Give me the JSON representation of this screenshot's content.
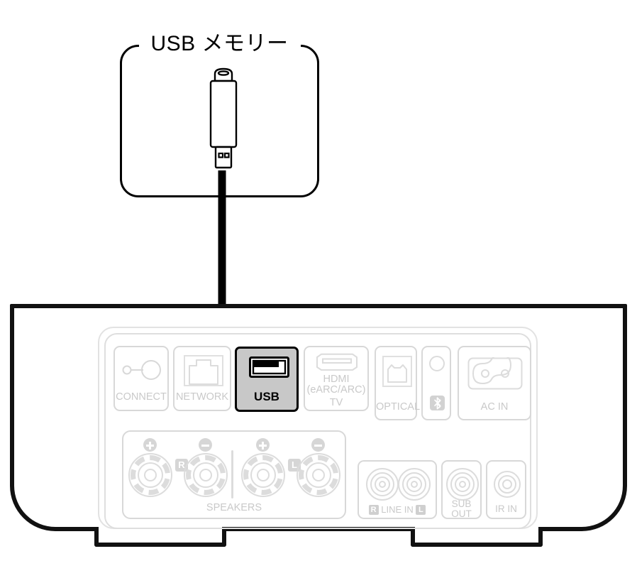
{
  "callout": {
    "title": "USB メモリー",
    "device_icon": "usb-flash-drive-icon"
  },
  "cable": {
    "icon": "usb-cable-icon",
    "color": "#000000"
  },
  "device": {
    "name": "rear-panel",
    "highlight_color": "#c8c8c8",
    "label_color": "#c9c9c9",
    "ports": [
      {
        "id": "connect",
        "label": "CONNECT",
        "icon": "connect-button-icon"
      },
      {
        "id": "network",
        "label": "NETWORK",
        "icon": "rj45-jack-icon"
      },
      {
        "id": "usb",
        "label": "USB",
        "icon": "usb-a-port-icon",
        "highlighted": true
      },
      {
        "id": "hdmi",
        "label": "HDMI",
        "label2": "(eARC/ARC)",
        "label3": "TV",
        "icon": "hdmi-port-icon"
      },
      {
        "id": "optical",
        "label": "OPTICAL",
        "icon": "toslink-jack-icon"
      },
      {
        "id": "bluetooth",
        "label": "",
        "icon": "bluetooth-icon"
      },
      {
        "id": "acin",
        "label": "AC IN",
        "icon": "ac-inlet-c7-icon"
      }
    ],
    "speakers": {
      "label": "SPEAKERS",
      "channels": [
        {
          "badge": "R",
          "plus": "+",
          "minus": "−"
        },
        {
          "badge": "L",
          "plus": "+",
          "minus": "−"
        }
      ]
    },
    "analog": [
      {
        "id": "line-in",
        "label_r": "R",
        "label": "LINE IN",
        "label_l": "L",
        "icon": "rca-jack-icon"
      },
      {
        "id": "sub-out",
        "label": "SUB",
        "label2": "OUT",
        "icon": "rca-jack-icon"
      },
      {
        "id": "ir-in",
        "label": "IR IN",
        "icon": "rca-jack-icon"
      }
    ]
  }
}
